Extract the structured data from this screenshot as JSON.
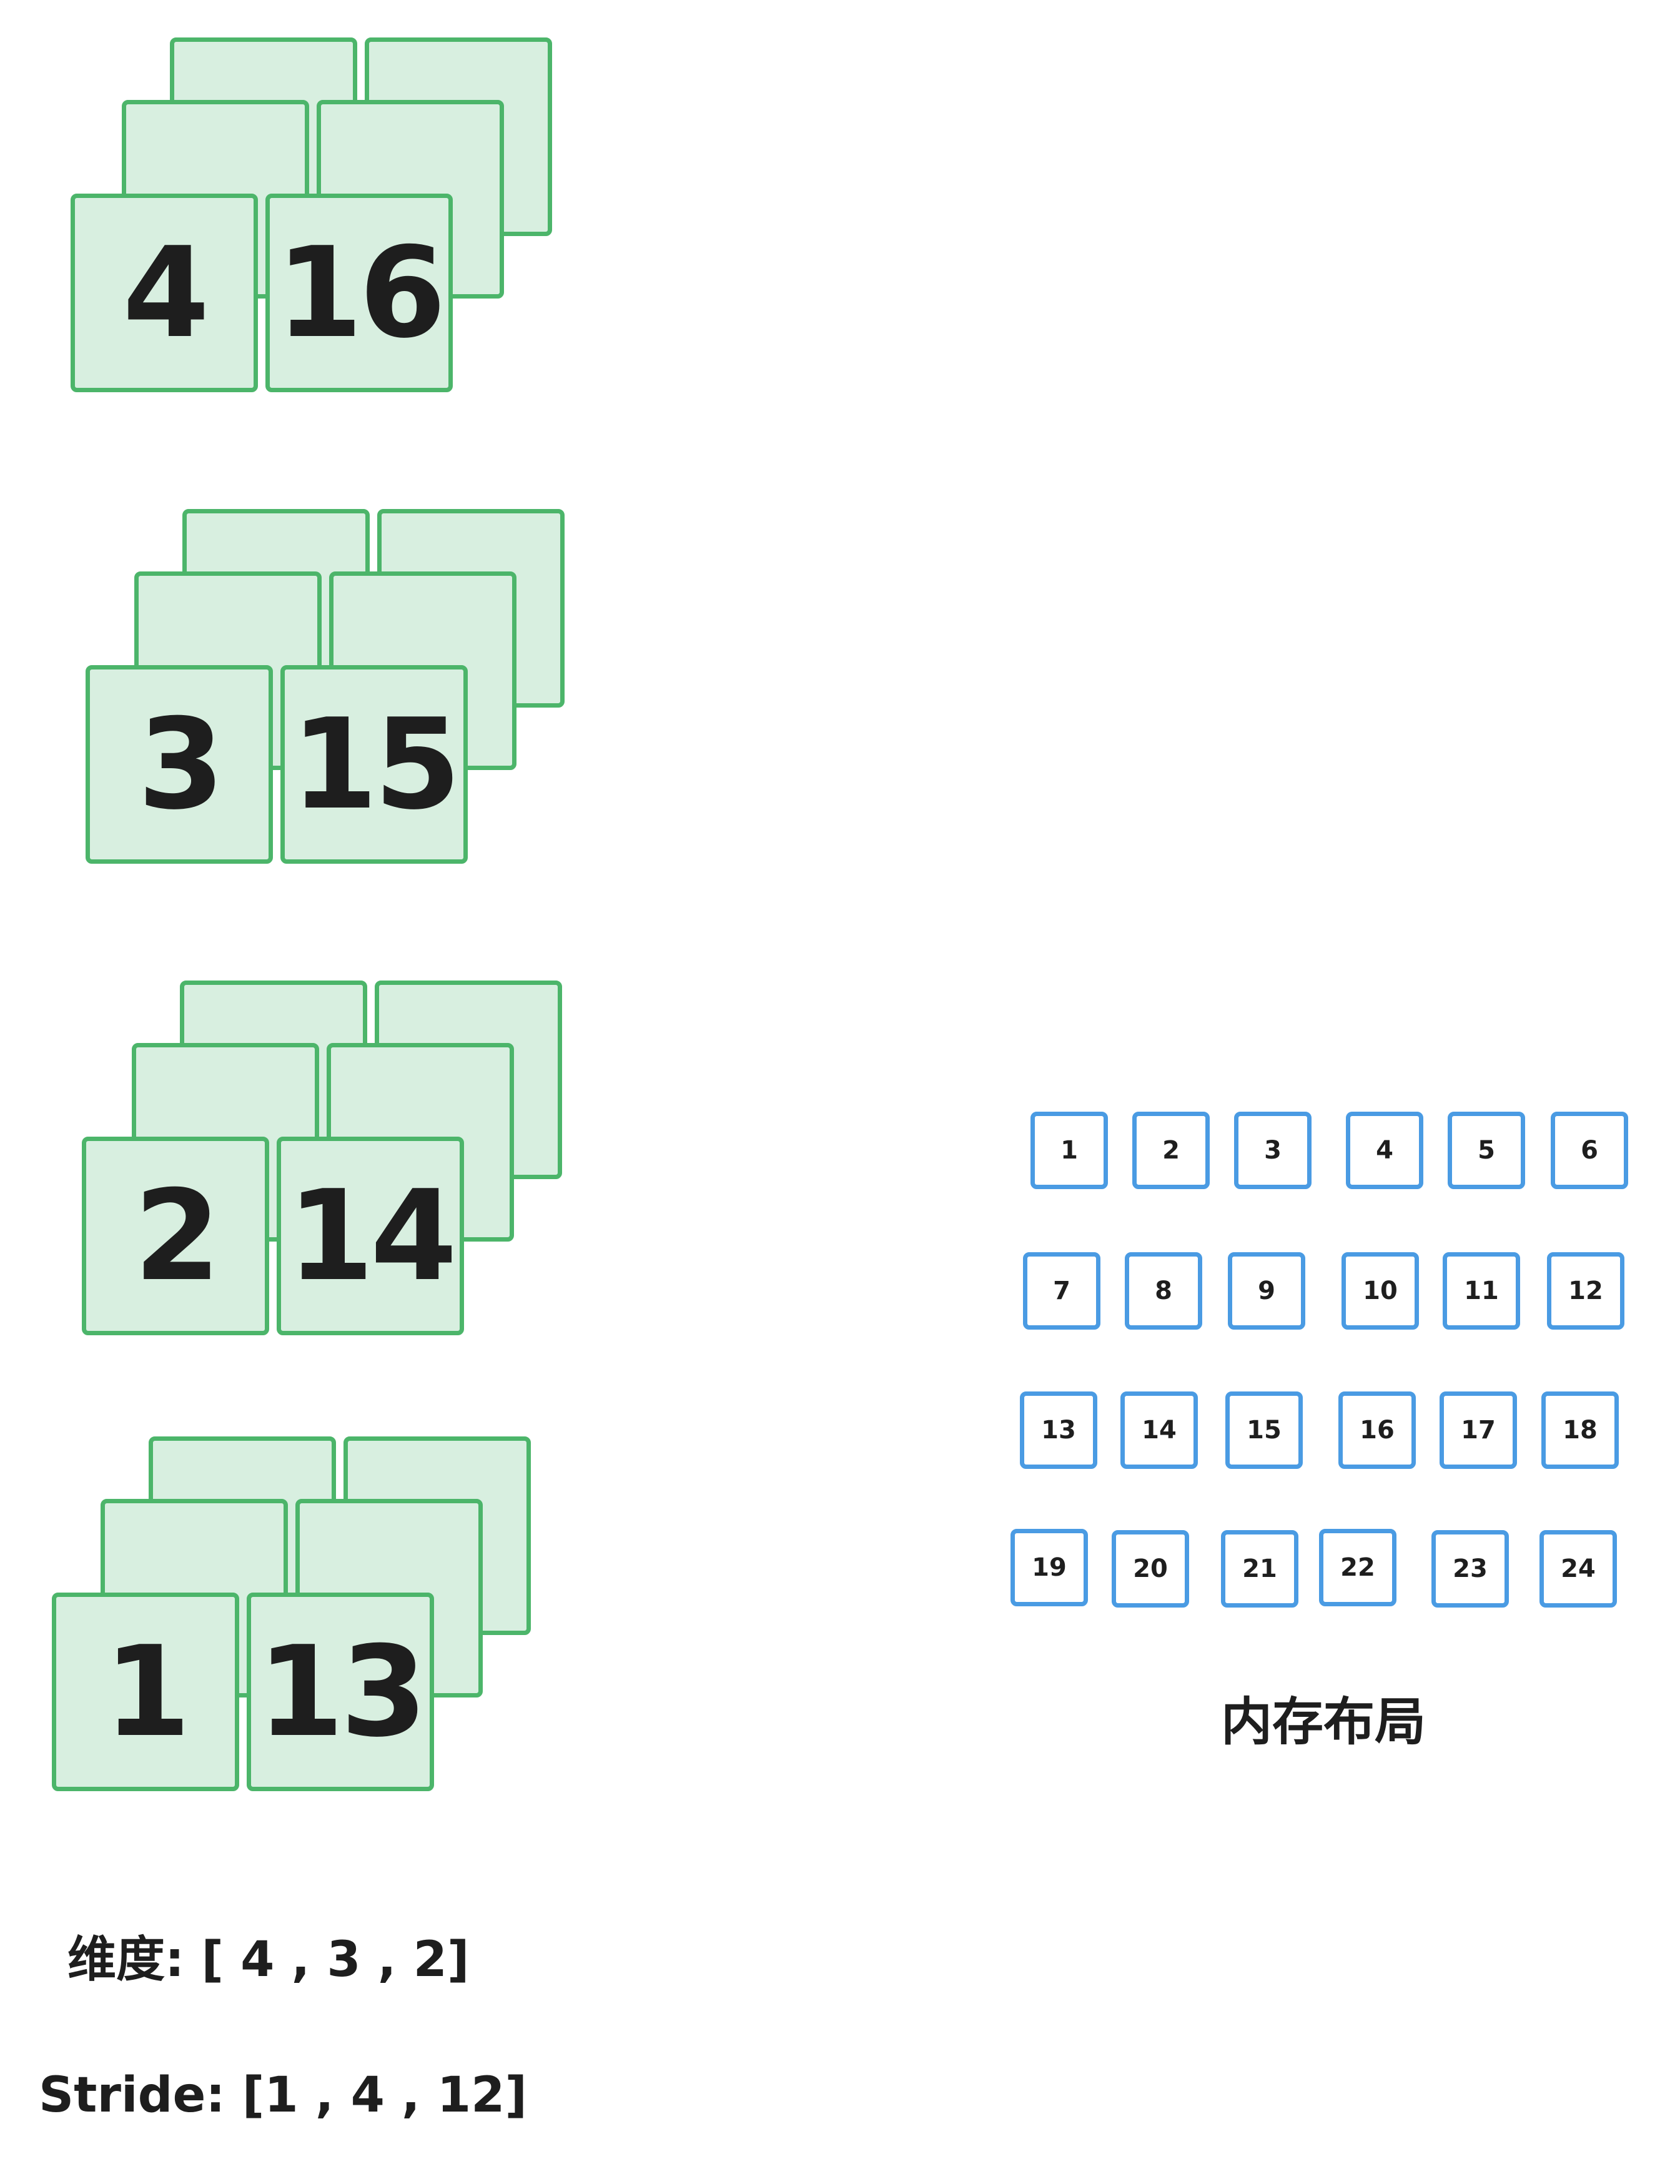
{
  "stacks": [
    {
      "front": "4",
      "back": "16"
    },
    {
      "front": "3",
      "back": "15"
    },
    {
      "front": "2",
      "back": "14"
    },
    {
      "front": "1",
      "back": "13"
    }
  ],
  "memory_cells": [
    "1",
    "2",
    "3",
    "4",
    "5",
    "6",
    "7",
    "8",
    "9",
    "10",
    "11",
    "12",
    "13",
    "14",
    "15",
    "16",
    "17",
    "18",
    "19",
    "20",
    "21",
    "22",
    "23",
    "24"
  ],
  "memory_label": "内存布局",
  "dims_label": "维度: [ 4 , 3 , 2]",
  "stride_label": "Stride: [1 , 4 , 12]",
  "colors": {
    "card_fill": "#d8efe0",
    "card_border": "#4cb56a",
    "mem_border": "#4a9be3",
    "text": "#1e1e1e"
  }
}
